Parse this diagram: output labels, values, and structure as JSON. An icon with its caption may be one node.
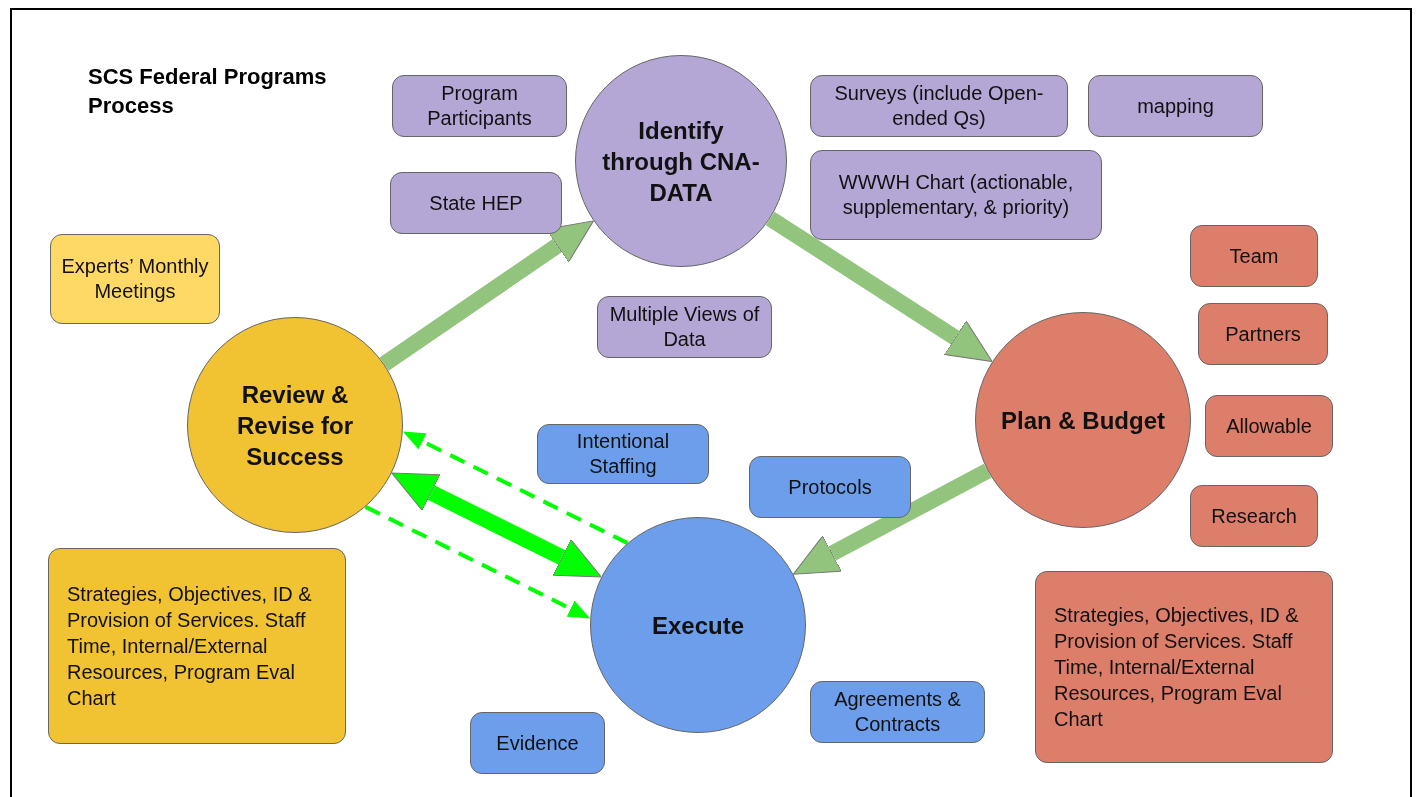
{
  "diagram": {
    "title": "SCS Federal Programs Process",
    "nodes": [
      {
        "text": [
          "Program Participants"
        ]
      },
      {
        "text": [
          "Identify through CNA-DATA"
        ]
      },
      {
        "text": [
          "Surveys (include Open-ended Qs)"
        ]
      },
      {
        "text": [
          "mapping"
        ]
      },
      {
        "text": [
          "State HEP"
        ]
      },
      {
        "text": [
          "WWWH Chart (actionable, supplementary, & priority)"
        ]
      },
      {
        "text": [
          "Team"
        ]
      },
      {
        "text": [
          "Experts’ Monthly Meetings"
        ]
      },
      {
        "text": [
          "Multiple Views of Data"
        ]
      },
      {
        "text": [
          "Partners"
        ]
      },
      {
        "text": [
          "Review & Revise for Success"
        ]
      },
      {
        "text": [
          "Plan & Budget"
        ]
      },
      {
        "text": [
          "Allowable"
        ]
      },
      {
        "text": [
          "Intentional Staffing"
        ]
      },
      {
        "text": [
          "Protocols"
        ]
      },
      {
        "text": [
          "Research"
        ]
      },
      {
        "text": [
          "Strategies, Objectives, ID & Provision of Services. Staff Time, Internal/External Resources, Program Eval Chart"
        ]
      },
      {
        "text": [
          "Execute"
        ]
      },
      {
        "text": [
          "Strategies, Objectives, ID & Provision of Services. Staff Time, Internal/External Resources, Program Eval Chart"
        ]
      },
      {
        "text": [
          "Agreements & Contracts"
        ]
      },
      {
        "text": [
          "Evidence"
        ]
      }
    ],
    "edges": [
      {
        "from": 10,
        "to": 1,
        "arrow": "to",
        "color": "#93c47d"
      },
      {
        "from": 1,
        "to": 11,
        "arrow": "to",
        "color": "#93c47d"
      },
      {
        "from": 11,
        "to": 17,
        "arrow": "to",
        "color": "#93c47d"
      },
      {
        "from": 17,
        "to": 10,
        "arrow": "both",
        "color": "#00ff00"
      },
      {
        "from": 17,
        "to": 10,
        "arrow": "to",
        "style": "dashed",
        "color": "#00ff00"
      },
      {
        "from": 10,
        "to": 17,
        "arrow": "to",
        "style": "dashed",
        "color": "#00ff00"
      }
    ]
  }
}
